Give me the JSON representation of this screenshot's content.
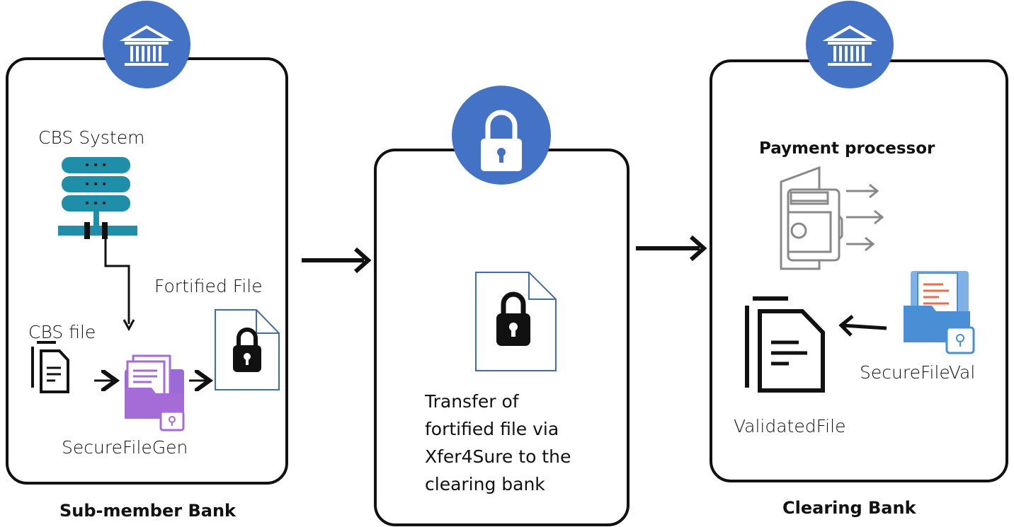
{
  "panels": {
    "left": {
      "caption": "Sub-member Bank",
      "cbs_system_label": "CBS System",
      "cbs_file_label": "CBS file",
      "fortified_file_label": "Fortified File",
      "secure_gen_label": "SecureFileGen"
    },
    "middle": {
      "lines": [
        "Transfer of",
        "fortified file via",
        "Xfer4Sure to the",
        "clearing bank"
      ]
    },
    "right": {
      "caption": "Clearing Bank",
      "processor_label": "Payment processor",
      "secure_val_label": "SecureFileVal",
      "validated_label": "ValidatedFile"
    }
  },
  "icons": {
    "bank_badge": "bank-building-icon",
    "lock_badge": "padlock-icon",
    "server": "database-server-icon",
    "document": "document-icon",
    "secure_folder": "locked-folder-icon",
    "wallet": "wallet-payment-icon"
  },
  "colors": {
    "badge_blue": "#4472c4",
    "server_teal": "#1f8ea8",
    "folder_purple": "#a56bd6",
    "folder_blue": "#4a8fd6",
    "doc_accent_red": "#f06a4a",
    "doc_outline_blue": "#3d6ea8"
  }
}
